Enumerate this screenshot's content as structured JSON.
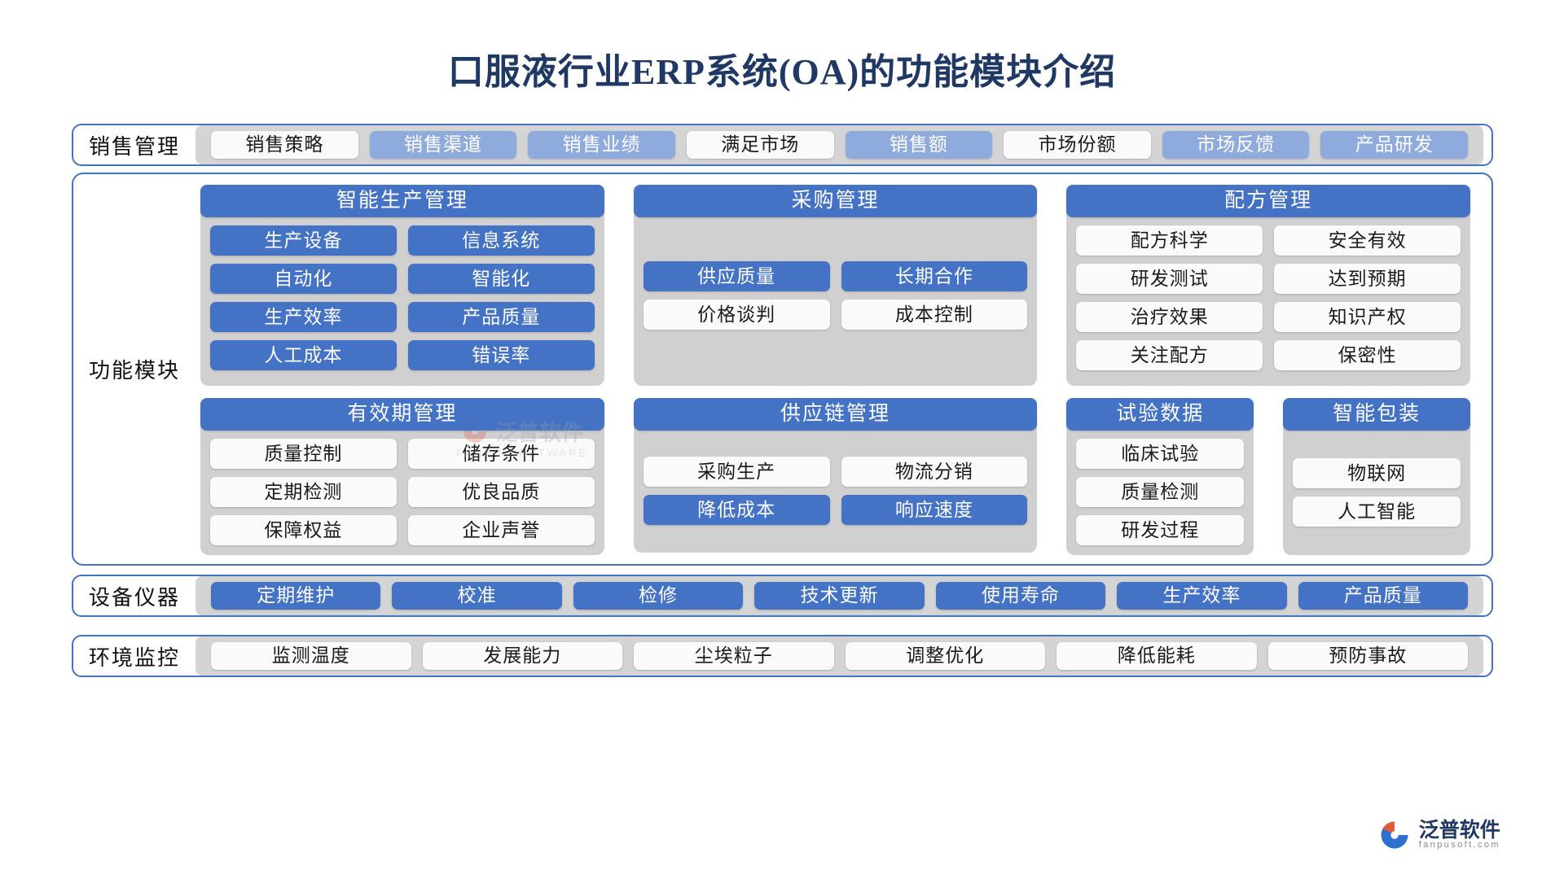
{
  "title": "口服液行业ERP系统(OA)的功能模块介绍",
  "colors": {
    "accent": "#4472C4",
    "accent_soft": "#8FAADC",
    "panel_gray": "#D0D0D0",
    "track_gray": "#D4D4D4",
    "chip_light": "#FAFAFA",
    "title_navy": "#1F3864"
  },
  "sales_band": {
    "label": "销售管理",
    "chips": [
      {
        "text": "销售策略",
        "style": "light"
      },
      {
        "text": "销售渠道",
        "style": "soft"
      },
      {
        "text": "销售业绩",
        "style": "soft"
      },
      {
        "text": "满足市场",
        "style": "light"
      },
      {
        "text": "销售额",
        "style": "soft"
      },
      {
        "text": "市场份额",
        "style": "light"
      },
      {
        "text": "市场反馈",
        "style": "soft"
      },
      {
        "text": "产品研发",
        "style": "soft"
      }
    ]
  },
  "main_band": {
    "label": "功能模块",
    "panels": {
      "production": {
        "title": "智能生产管理",
        "items": [
          {
            "text": "生产设备",
            "style": "solid"
          },
          {
            "text": "信息系统",
            "style": "solid"
          },
          {
            "text": "自动化",
            "style": "solid"
          },
          {
            "text": "智能化",
            "style": "solid"
          },
          {
            "text": "生产效率",
            "style": "solid"
          },
          {
            "text": "产品质量",
            "style": "solid"
          },
          {
            "text": "人工成本",
            "style": "solid"
          },
          {
            "text": "错误率",
            "style": "solid"
          }
        ]
      },
      "validity": {
        "title": "有效期管理",
        "items": [
          {
            "text": "质量控制",
            "style": "light"
          },
          {
            "text": "储存条件",
            "style": "light"
          },
          {
            "text": "定期检测",
            "style": "light"
          },
          {
            "text": "优良品质",
            "style": "light"
          },
          {
            "text": "保障权益",
            "style": "light"
          },
          {
            "text": "企业声誉",
            "style": "light"
          }
        ]
      },
      "procurement": {
        "title": "采购管理",
        "items": [
          {
            "text": "供应质量",
            "style": "solid"
          },
          {
            "text": "长期合作",
            "style": "solid"
          },
          {
            "text": "价格谈判",
            "style": "light"
          },
          {
            "text": "成本控制",
            "style": "light"
          }
        ]
      },
      "supplychain": {
        "title": "供应链管理",
        "items": [
          {
            "text": "采购生产",
            "style": "light"
          },
          {
            "text": "物流分销",
            "style": "light"
          },
          {
            "text": "降低成本",
            "style": "solid"
          },
          {
            "text": "响应速度",
            "style": "solid"
          }
        ]
      },
      "formula": {
        "title": "配方管理",
        "items": [
          {
            "text": "配方科学",
            "style": "light"
          },
          {
            "text": "安全有效",
            "style": "light"
          },
          {
            "text": "研发测试",
            "style": "light"
          },
          {
            "text": "达到预期",
            "style": "light"
          },
          {
            "text": "治疗效果",
            "style": "light"
          },
          {
            "text": "知识产权",
            "style": "light"
          },
          {
            "text": "关注配方",
            "style": "light"
          },
          {
            "text": "保密性",
            "style": "light"
          }
        ]
      },
      "trialdata": {
        "title": "试验数据",
        "items": [
          {
            "text": "临床试验",
            "style": "light"
          },
          {
            "text": "质量检测",
            "style": "light"
          },
          {
            "text": "研发过程",
            "style": "light"
          }
        ]
      },
      "packaging": {
        "title": "智能包装",
        "items": [
          {
            "text": "物联网",
            "style": "light"
          },
          {
            "text": "人工智能",
            "style": "light"
          }
        ]
      }
    }
  },
  "equipment_band": {
    "label": "设备仪器",
    "chips": [
      {
        "text": "定期维护",
        "style": "solid"
      },
      {
        "text": "校准",
        "style": "solid"
      },
      {
        "text": "检修",
        "style": "solid"
      },
      {
        "text": "技术更新",
        "style": "solid"
      },
      {
        "text": "使用寿命",
        "style": "solid"
      },
      {
        "text": "生产效率",
        "style": "solid"
      },
      {
        "text": "产品质量",
        "style": "solid"
      }
    ]
  },
  "environment_band": {
    "label": "环境监控",
    "chips": [
      {
        "text": "监测温度",
        "style": "light"
      },
      {
        "text": "发展能力",
        "style": "light"
      },
      {
        "text": "尘埃粒子",
        "style": "light"
      },
      {
        "text": "调整优化",
        "style": "light"
      },
      {
        "text": "降低能耗",
        "style": "light"
      },
      {
        "text": "预防事故",
        "style": "light"
      }
    ]
  },
  "watermark": {
    "cn": "泛普软件",
    "en": "FANPU SOFTWARE"
  },
  "logo": {
    "cn": "泛普软件",
    "en": "fanpusoft.com"
  }
}
